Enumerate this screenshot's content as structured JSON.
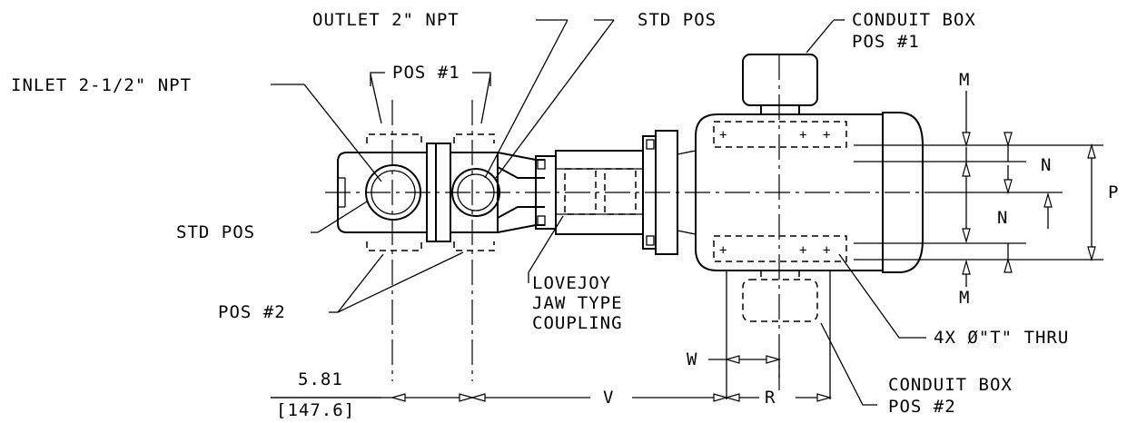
{
  "labels": {
    "outlet": "OUTLET 2\" NPT",
    "std_pos_top": "STD POS",
    "conduit_box_1_line1": "CONDUIT BOX",
    "conduit_box_1_line2": "POS #1",
    "inlet": "INLET 2-1/2\" NPT",
    "pos1": "POS #1",
    "std_pos_left": "STD POS",
    "pos2": "POS #2",
    "coupling_line1": "LOVEJOY",
    "coupling_line2": "JAW TYPE",
    "coupling_line3": "COUPLING",
    "bolt_holes": "4X Ø\"T\" THRU",
    "conduit_box_2_line1": "CONDUIT BOX",
    "conduit_box_2_line2": "POS #2"
  },
  "dimensions": {
    "m_top": "M",
    "m_bottom": "M",
    "n_upper": "N",
    "n_lower": "N",
    "p": "P",
    "w": "W",
    "v": "V",
    "r": "R",
    "offset_in": "5.81",
    "offset_mm": "[147.6]"
  }
}
